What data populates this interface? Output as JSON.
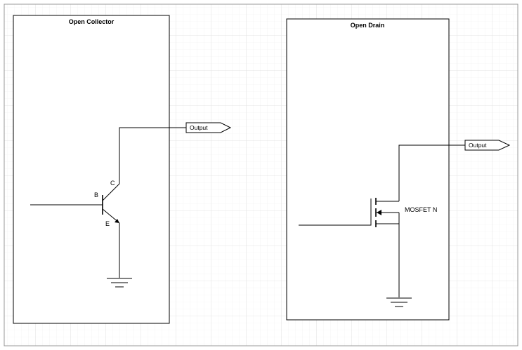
{
  "left_panel": {
    "title": "Open Collector",
    "output_label": "Output",
    "pin_b": "B",
    "pin_c": "C",
    "pin_e": "E"
  },
  "right_panel": {
    "title": "Open Drain",
    "output_label": "Output",
    "device_label": "MOSFET N"
  },
  "colors": {
    "line": "#000000",
    "grid_minor": "#eeeeee",
    "grid_major": "#dddddd",
    "frame": "#999999"
  }
}
